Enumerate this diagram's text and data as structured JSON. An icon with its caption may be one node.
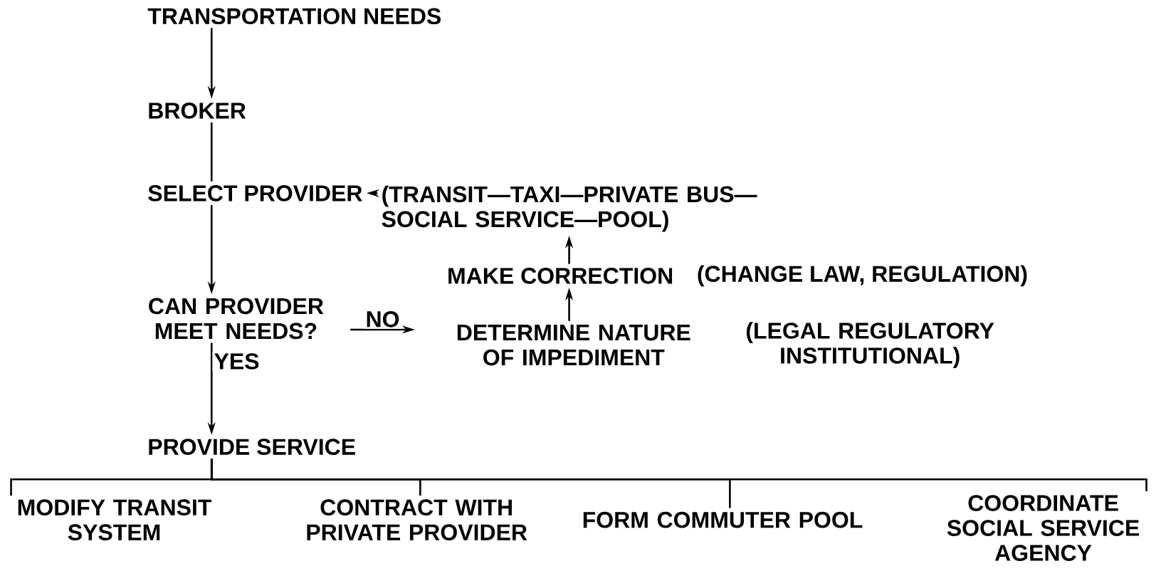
{
  "diagram": {
    "nodes": [
      {
        "text": [
          "TRANSPORTATION NEEDS"
        ]
      },
      {
        "text": [
          "BROKER"
        ]
      },
      {
        "text": [
          "SELECT PROVIDER"
        ]
      },
      {
        "text": [
          "(TRANSIT—TAXI—PRIVATE BUS— SOCIAL SERVICE—POOL)"
        ]
      },
      {
        "text": [
          "MAKE CORRECTION"
        ],
        "beside": [
          "(CHANGE LAW, REGULATION)"
        ]
      },
      {
        "text": [
          "CAN PROVIDER MEET NEEDS?"
        ]
      },
      {
        "text": [
          "DETERMINE NATURE OF IMPEDIMENT"
        ],
        "beside": [
          "(LEGAL REGULATORY INSTITUTIONAL)"
        ]
      },
      {
        "text": [
          "PROVIDE SERVICE"
        ]
      },
      {
        "text": [
          "MODIFY TRANSIT SYSTEM"
        ]
      },
      {
        "text": [
          "CONTRACT WITH PRIVATE PROVIDER"
        ]
      },
      {
        "text": [
          "FORM COMMUTER POOL"
        ]
      },
      {
        "text": [
          "COORDINATE SOCIAL SERVICE AGENCY"
        ]
      }
    ],
    "edges": [
      {
        "from": 0,
        "to": 1,
        "arrow": "to"
      },
      {
        "from": 1,
        "to": 2,
        "arrow": "none"
      },
      {
        "from": 3,
        "to": 2,
        "arrow": "to"
      },
      {
        "from": 2,
        "to": 5,
        "arrow": "to"
      },
      {
        "from": 5,
        "to": 6,
        "arrow": "to",
        "label": "NO"
      },
      {
        "from": 6,
        "to": 4,
        "arrow": "to"
      },
      {
        "from": 4,
        "to": 3,
        "arrow": "to"
      },
      {
        "from": 5,
        "to": 7,
        "arrow": "to",
        "label": "YES"
      },
      {
        "from": 7,
        "to": 8,
        "arrow": "none"
      },
      {
        "from": 7,
        "to": 9,
        "arrow": "none"
      },
      {
        "from": 7,
        "to": 10,
        "arrow": "none"
      },
      {
        "from": 7,
        "to": 11,
        "arrow": "none"
      }
    ]
  }
}
